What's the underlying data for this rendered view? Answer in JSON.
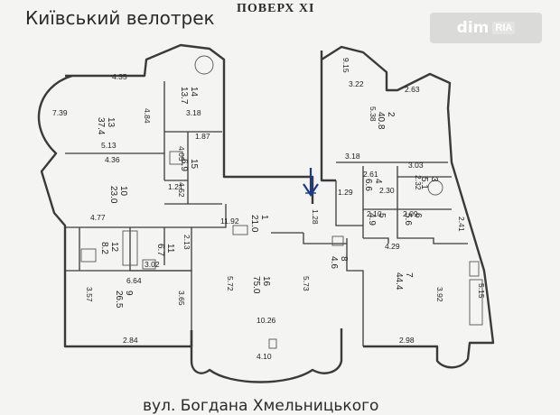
{
  "header": {
    "city_label": "Київський велотрек",
    "floor_label": "ПОВЕРХ XI"
  },
  "footer": {
    "street_label": "вул. Богдана Хмельницького"
  },
  "watermark": {
    "brand": "dim",
    "brand_tag": "RIA"
  },
  "rooms": [
    {
      "id": "13",
      "number": "13",
      "area": "37.4"
    },
    {
      "id": "14",
      "number": "14",
      "area": "13.7"
    },
    {
      "id": "15",
      "number": "15",
      "area": "6.9"
    },
    {
      "id": "10",
      "number": "10",
      "area": "23.0"
    },
    {
      "id": "12",
      "number": "12",
      "area": "8.2"
    },
    {
      "id": "11",
      "number": "11",
      "area": "6.7"
    },
    {
      "id": "9",
      "number": "9",
      "area": "26.5"
    },
    {
      "id": "1",
      "number": "1",
      "area": "21.0"
    },
    {
      "id": "16",
      "number": "16",
      "area": "75.0"
    },
    {
      "id": "2",
      "number": "2",
      "area": "40.8"
    },
    {
      "id": "3",
      "number": "3",
      "area": "5.1"
    },
    {
      "id": "4",
      "number": "4",
      "area": "6.6"
    },
    {
      "id": "5",
      "number": "5",
      "area": "4.9"
    },
    {
      "id": "6",
      "number": "6",
      "area": "5.6"
    },
    {
      "id": "8",
      "number": "8",
      "area": "4.6"
    },
    {
      "id": "7",
      "number": "7",
      "area": "44.4"
    }
  ],
  "dimensions": [
    "4.35",
    "7.39",
    "4.84",
    "5.13",
    "3.18",
    "1.87",
    "4.05",
    "4.36",
    "1.21",
    "4.52",
    "4.77",
    "2.13",
    "3.02",
    "6.64",
    "3.57",
    "3.65",
    "2.84",
    "11.92",
    "1.28",
    "5.72",
    "5.73",
    "10.26",
    "4.10",
    "9.15",
    "3.22",
    "2.63",
    "5.38",
    "3.18",
    "2.61",
    "2.30",
    "3.03",
    "2.32",
    "1.29",
    "2.10",
    "2.09",
    "2.41",
    "4.29",
    "3.92",
    "5.15",
    "2.98"
  ]
}
